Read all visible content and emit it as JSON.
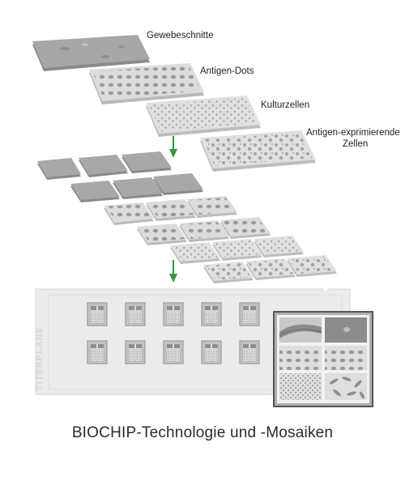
{
  "labels": {
    "tissue_sections": "Gewebeschnitte",
    "antigen_dots": "Antigen-Dots",
    "cultured_cells": "Kulturzellen",
    "antigen_expressing_line1": "Antigen-exprimierende",
    "antigen_expressing_line2": "Zellen"
  },
  "slide_watermark": "TITERPLANE",
  "caption": "BIOCHIP-Technologie und -Mosaiken",
  "colors": {
    "arrow": "#2e9a3a",
    "plate_top": "#d9d9d9",
    "dot": "#9a9a9a"
  }
}
